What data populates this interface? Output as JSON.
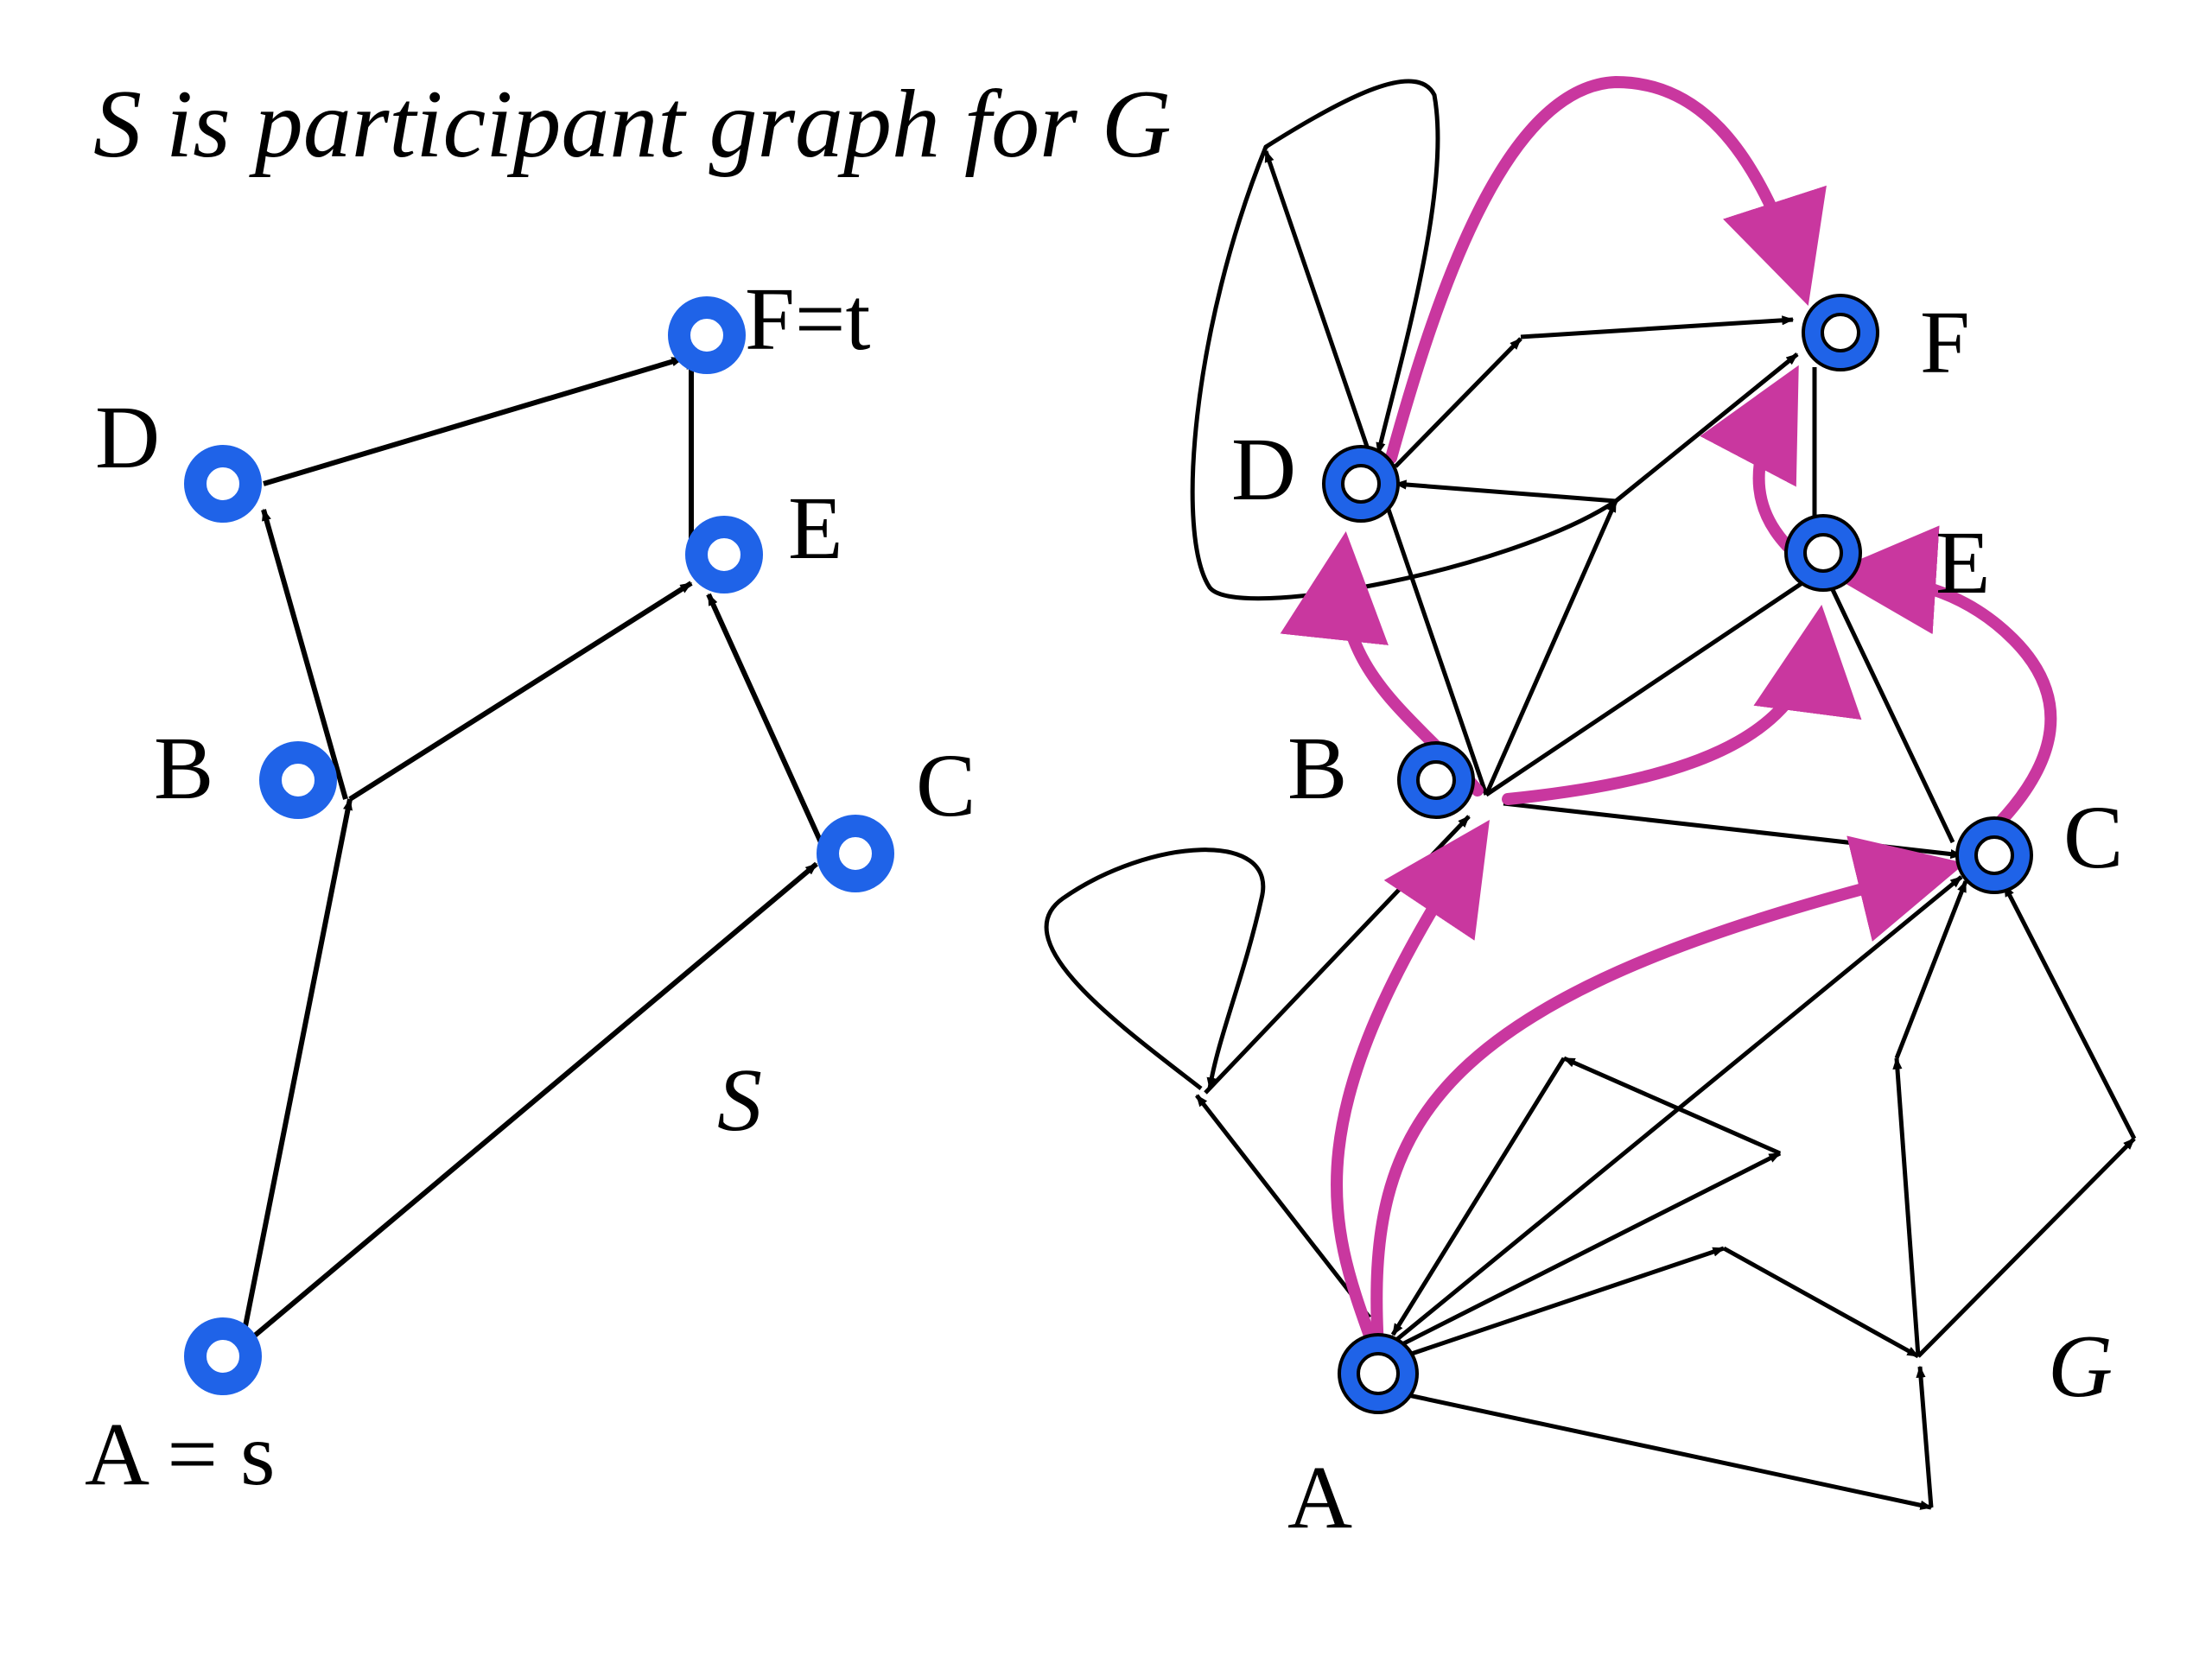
{
  "title": "S is participant graph for G",
  "colors": {
    "node_fill": "#1f63e8",
    "node_hole": "#ffffff",
    "node_outline": "#000000",
    "edge": "#000000",
    "highlight": "#c9379f"
  },
  "graph_s": {
    "name": "S",
    "nodes": [
      {
        "id": "A",
        "label": "A = s"
      },
      {
        "id": "B",
        "label": "B"
      },
      {
        "id": "C",
        "label": "C"
      },
      {
        "id": "D",
        "label": "D"
      },
      {
        "id": "E",
        "label": "E"
      },
      {
        "id": "F",
        "label": "F=t"
      }
    ]
  },
  "graph_g": {
    "name": "G",
    "nodes": [
      {
        "id": "A",
        "label": "A"
      },
      {
        "id": "B",
        "label": "B"
      },
      {
        "id": "C",
        "label": "C"
      },
      {
        "id": "D",
        "label": "D"
      },
      {
        "id": "E",
        "label": "E"
      },
      {
        "id": "F",
        "label": "F"
      }
    ]
  }
}
